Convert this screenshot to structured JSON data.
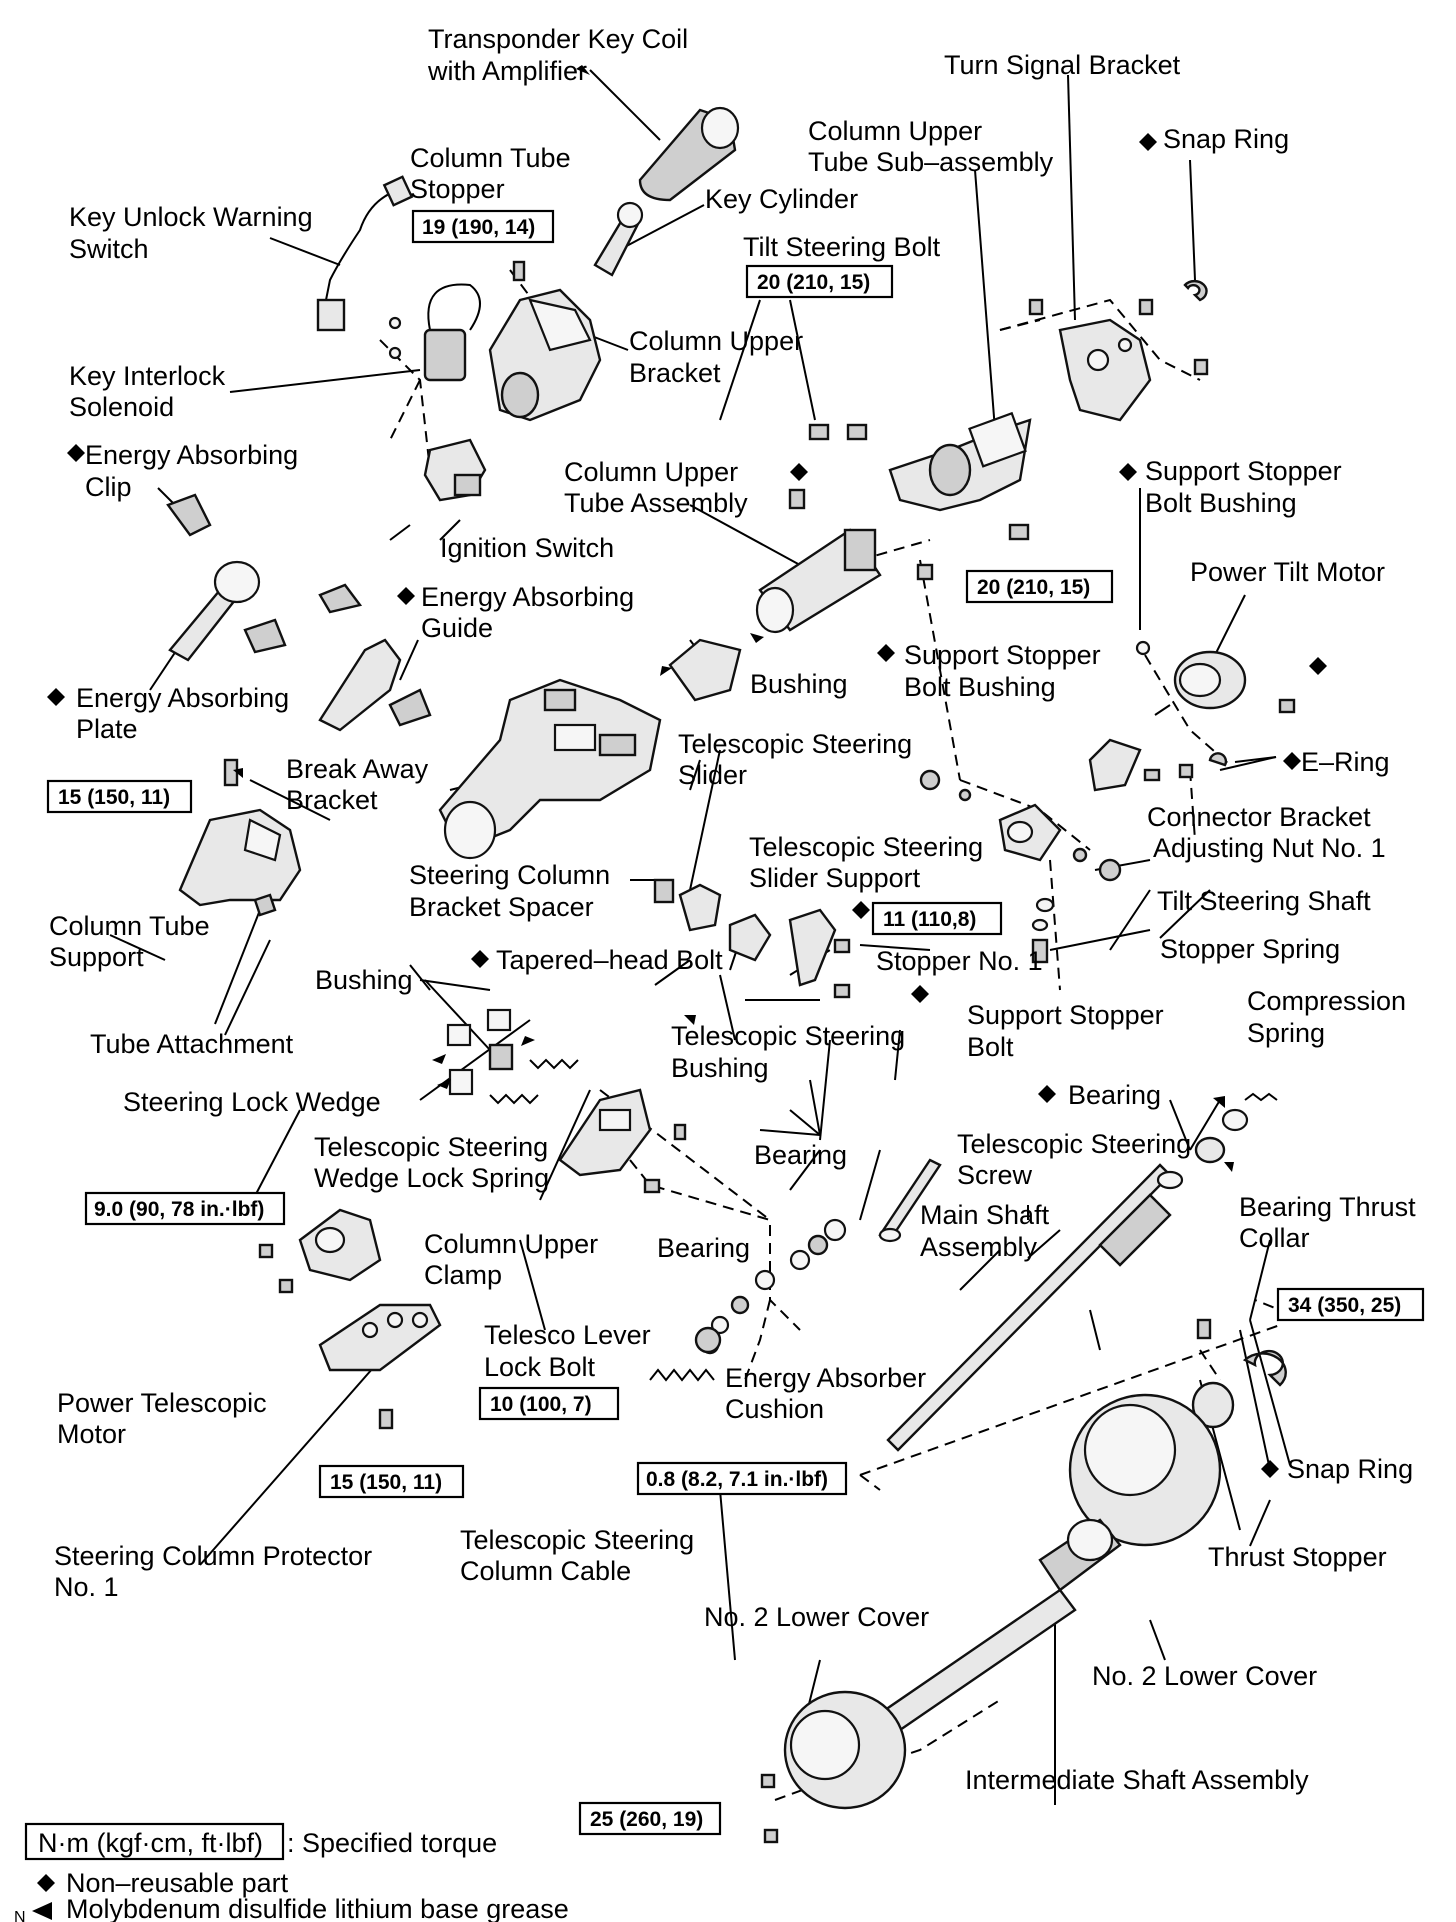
{
  "labels": {
    "transponder_l1": "Transponder Key Coil",
    "transponder_l2": "with Amplifier",
    "turn_signal_bracket": "Turn Signal Bracket",
    "col_upper_tube_sub_l1": "Column Upper",
    "col_upper_tube_sub_l2": "Tube Sub–assembly",
    "snap_ring_top": "Snap Ring",
    "col_tube_stopper_l1": "Column Tube",
    "col_tube_stopper_l2": "Stopper",
    "key_cylinder": "Key Cylinder",
    "key_unlock_l1": "Key Unlock Warning",
    "key_unlock_l2": "Switch",
    "tilt_steering_bolt": "Tilt Steering Bolt",
    "col_upper_bracket_l1": "Column Upper",
    "col_upper_bracket_l2": "Bracket",
    "key_interlock_l1": "Key Interlock",
    "key_interlock_l2": "Solenoid",
    "ea_clip_l1": "Energy Absorbing",
    "ea_clip_l2": "Clip",
    "col_upper_tube_assy_l1": "Column Upper",
    "col_upper_tube_assy_l2": "Tube Assembly",
    "support_stopper_bb1_l1": "Support Stopper",
    "support_stopper_bb1_l2": "Bolt Bushing",
    "ignition_switch": "Ignition Switch",
    "power_tilt_motor": "Power Tilt Motor",
    "ea_guide_l1": "Energy Absorbing",
    "ea_guide_l2": "Guide",
    "support_stopper_bb2_l1": "Support Stopper",
    "support_stopper_bb2_l2": "Bolt Bushing",
    "bushing_top": "Bushing",
    "ea_plate_l1": "Energy Absorbing",
    "ea_plate_l2": "Plate",
    "e_ring": "E–Ring",
    "tele_slider_l1": "Telescopic Steering",
    "tele_slider_l2": "Slider",
    "break_away_l1": "Break Away",
    "break_away_l2": "Bracket",
    "connector_bracket": "Connector Bracket",
    "adjusting_nut": "Adjusting Nut No. 1",
    "tele_slider_support_l1": "Telescopic Steering",
    "tele_slider_support_l2": "Slider Support",
    "steering_col_spacer_l1": "Steering Column",
    "steering_col_spacer_l2": "Bracket Spacer",
    "tilt_steering_shaft": "Tilt Steering Shaft",
    "column_tube_support_l1": "Column Tube",
    "column_tube_support_l2": "Support",
    "stopper_no1": "Stopper No. 1",
    "stopper_spring": "Stopper Spring",
    "tapered_head_bolt": "Tapered–head Bolt",
    "bushing_mid": "Bushing",
    "support_stopper_bolt_l1": "Support Stopper",
    "support_stopper_bolt_l2": "Bolt",
    "compression_spring_l1": "Compression",
    "compression_spring_l2": "Spring",
    "tube_attachment": "Tube Attachment",
    "tele_bushing_l1": "Telescopic Steering",
    "tele_bushing_l2": "Bushing",
    "bearing_top": "Bearing",
    "steering_lock_wedge": "Steering Lock Wedge",
    "tele_screw_l1": "Telescopic Steering",
    "tele_screw_l2": "Screw",
    "tele_wedge_spring_l1": "Telescopic Steering",
    "tele_wedge_spring_l2": "Wedge Lock Spring",
    "bearing_mid": "Bearing",
    "bearing_thrust_l1": "Bearing Thrust",
    "bearing_thrust_l2": "Collar",
    "main_shaft_l1": "Main Shaft",
    "main_shaft_l2": "Assembly",
    "col_upper_clamp_l1": "Column Upper",
    "col_upper_clamp_l2": "Clamp",
    "bearing_low": "Bearing",
    "telesco_lever_l1": "Telesco Lever",
    "telesco_lever_l2": "Lock Bolt",
    "energy_absorber_l1": "Energy Absorber",
    "energy_absorber_l2": "Cushion",
    "power_tele_motor_l1": "Power Telescopic",
    "power_tele_motor_l2": "Motor",
    "snap_ring_low": "Snap Ring",
    "thrust_stopper": "Thrust Stopper",
    "steering_protector_l1": "Steering Column Protector",
    "steering_protector_l2": "No. 1",
    "tele_cable_l1": "Telescopic Steering",
    "tele_cable_l2": "Column Cable",
    "no2_lower_cover_a": "No. 2 Lower Cover",
    "no2_lower_cover_b": "No. 2 Lower Cover",
    "intermediate_shaft": "Intermediate Shaft Assembly"
  },
  "torques": {
    "col_tube_stopper": "19 (190, 14)",
    "tilt_bolt_top": "20 (210, 15)",
    "tilt_bolt_low": "20 (210, 15)",
    "col_tube_support": "15 (150, 11)",
    "slider_support": "11 (110,8)",
    "power_tele_motor": "9.0 (90, 78 in.·lbf)",
    "protector": "15 (150, 11)",
    "telesco_lever": "10 (100, 7)",
    "cable": "0.8 (8.2, 7.1 in.·lbf)",
    "snap_ring_bolt": "34 (350, 25)",
    "lower_cover": "25 (260, 19)"
  },
  "legend": {
    "torque_unit": "N·m (kgf·cm, ft·lbf)",
    "torque_desc": ": Specified torque",
    "non_reusable": "Non–reusable part",
    "grease": "Molybdenum disulfide lithium base grease",
    "corner_mark": "N"
  }
}
